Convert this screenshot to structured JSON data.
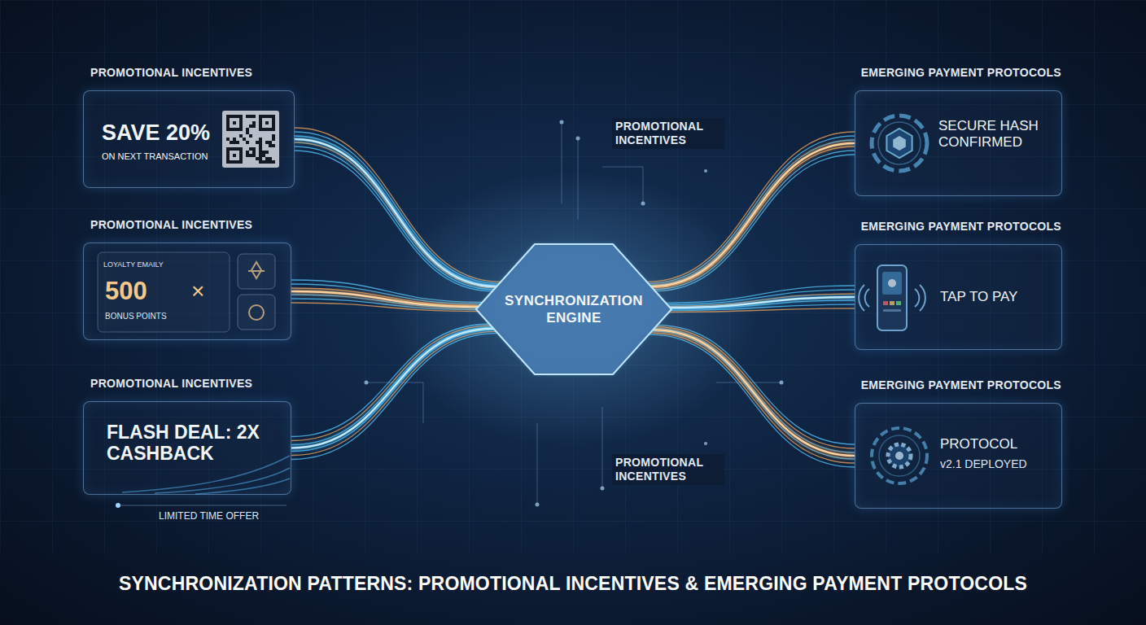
{
  "diagram": {
    "title": "SYNCHRONIZATION PATTERNS: PROMOTIONAL INCENTIVES & EMERGING PAYMENT PROTOCOLS",
    "nodes": [
      {
        "text": [
          "PROMOTIONAL INCENTIVES",
          "SAVE 20%",
          "ON NEXT TRANSACTION"
        ]
      },
      {
        "text": [
          "PROMOTIONAL INCENTIVES",
          "LOYALTY EMAILY",
          "500",
          "×",
          "BONUS POINTS"
        ]
      },
      {
        "text": [
          "PROMOTIONAL INCENTIVES",
          "FLASH DEAL: 2X CASHBACK",
          "LIMITED TIME OFFER"
        ]
      },
      {
        "text": [
          "SYNCHRONIZATION ENGINE"
        ]
      },
      {
        "text": [
          "EMERGING PAYMENT PROTOCOLS",
          "SECURE HASH CONFIRMED"
        ]
      },
      {
        "text": [
          "EMERGING PAYMENT PROTOCOLS",
          "TAP TO PAY"
        ]
      },
      {
        "text": [
          "EMERGING PAYMENT PROTOCOLS",
          "PROTOCOL",
          "v2.1 DEPLOYED"
        ]
      }
    ],
    "edges": [
      {
        "from": 0,
        "to": 3,
        "arrow": "none"
      },
      {
        "from": 1,
        "to": 3,
        "arrow": "none"
      },
      {
        "from": 2,
        "to": 3,
        "arrow": "none"
      },
      {
        "from": 3,
        "to": 4,
        "arrow": "none"
      },
      {
        "from": 3,
        "to": 5,
        "arrow": "none"
      },
      {
        "from": 3,
        "to": 6,
        "arrow": "none"
      }
    ],
    "labels": [
      "PROMOTIONAL INCENTIVES",
      "PROMOTIONAL INCENTIVES"
    ]
  }
}
